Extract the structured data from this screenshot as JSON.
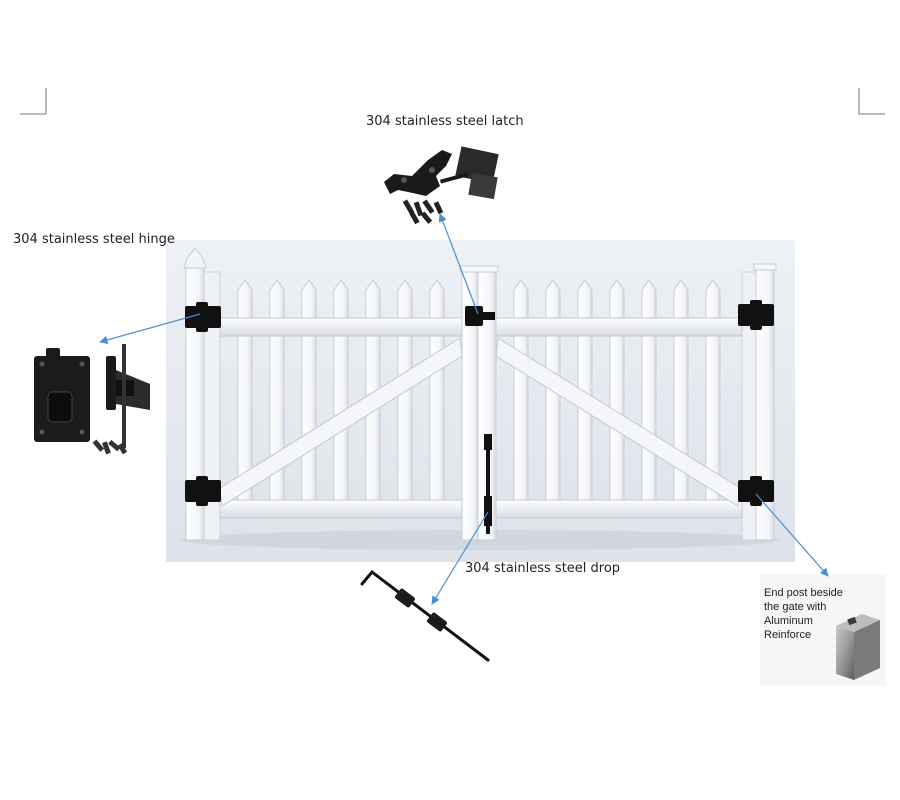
{
  "labels": {
    "latch": "304 stainless steel latch",
    "hinge": "304 stainless steel hinge",
    "drop": "304 stainless steel drop",
    "end_post": [
      "End post beside",
      "the gate with",
      "Aluminum",
      "Reinforce"
    ]
  },
  "colors": {
    "arrow": "#4a8ed0",
    "hardware": "#111111",
    "vinyl": "#f7f8fb",
    "backdrop": "#e6eaf0"
  },
  "icons": [
    "latch-hardware-icon",
    "hinge-hardware-icon",
    "drop-rod-icon",
    "end-post-icon",
    "gate-illustration"
  ]
}
